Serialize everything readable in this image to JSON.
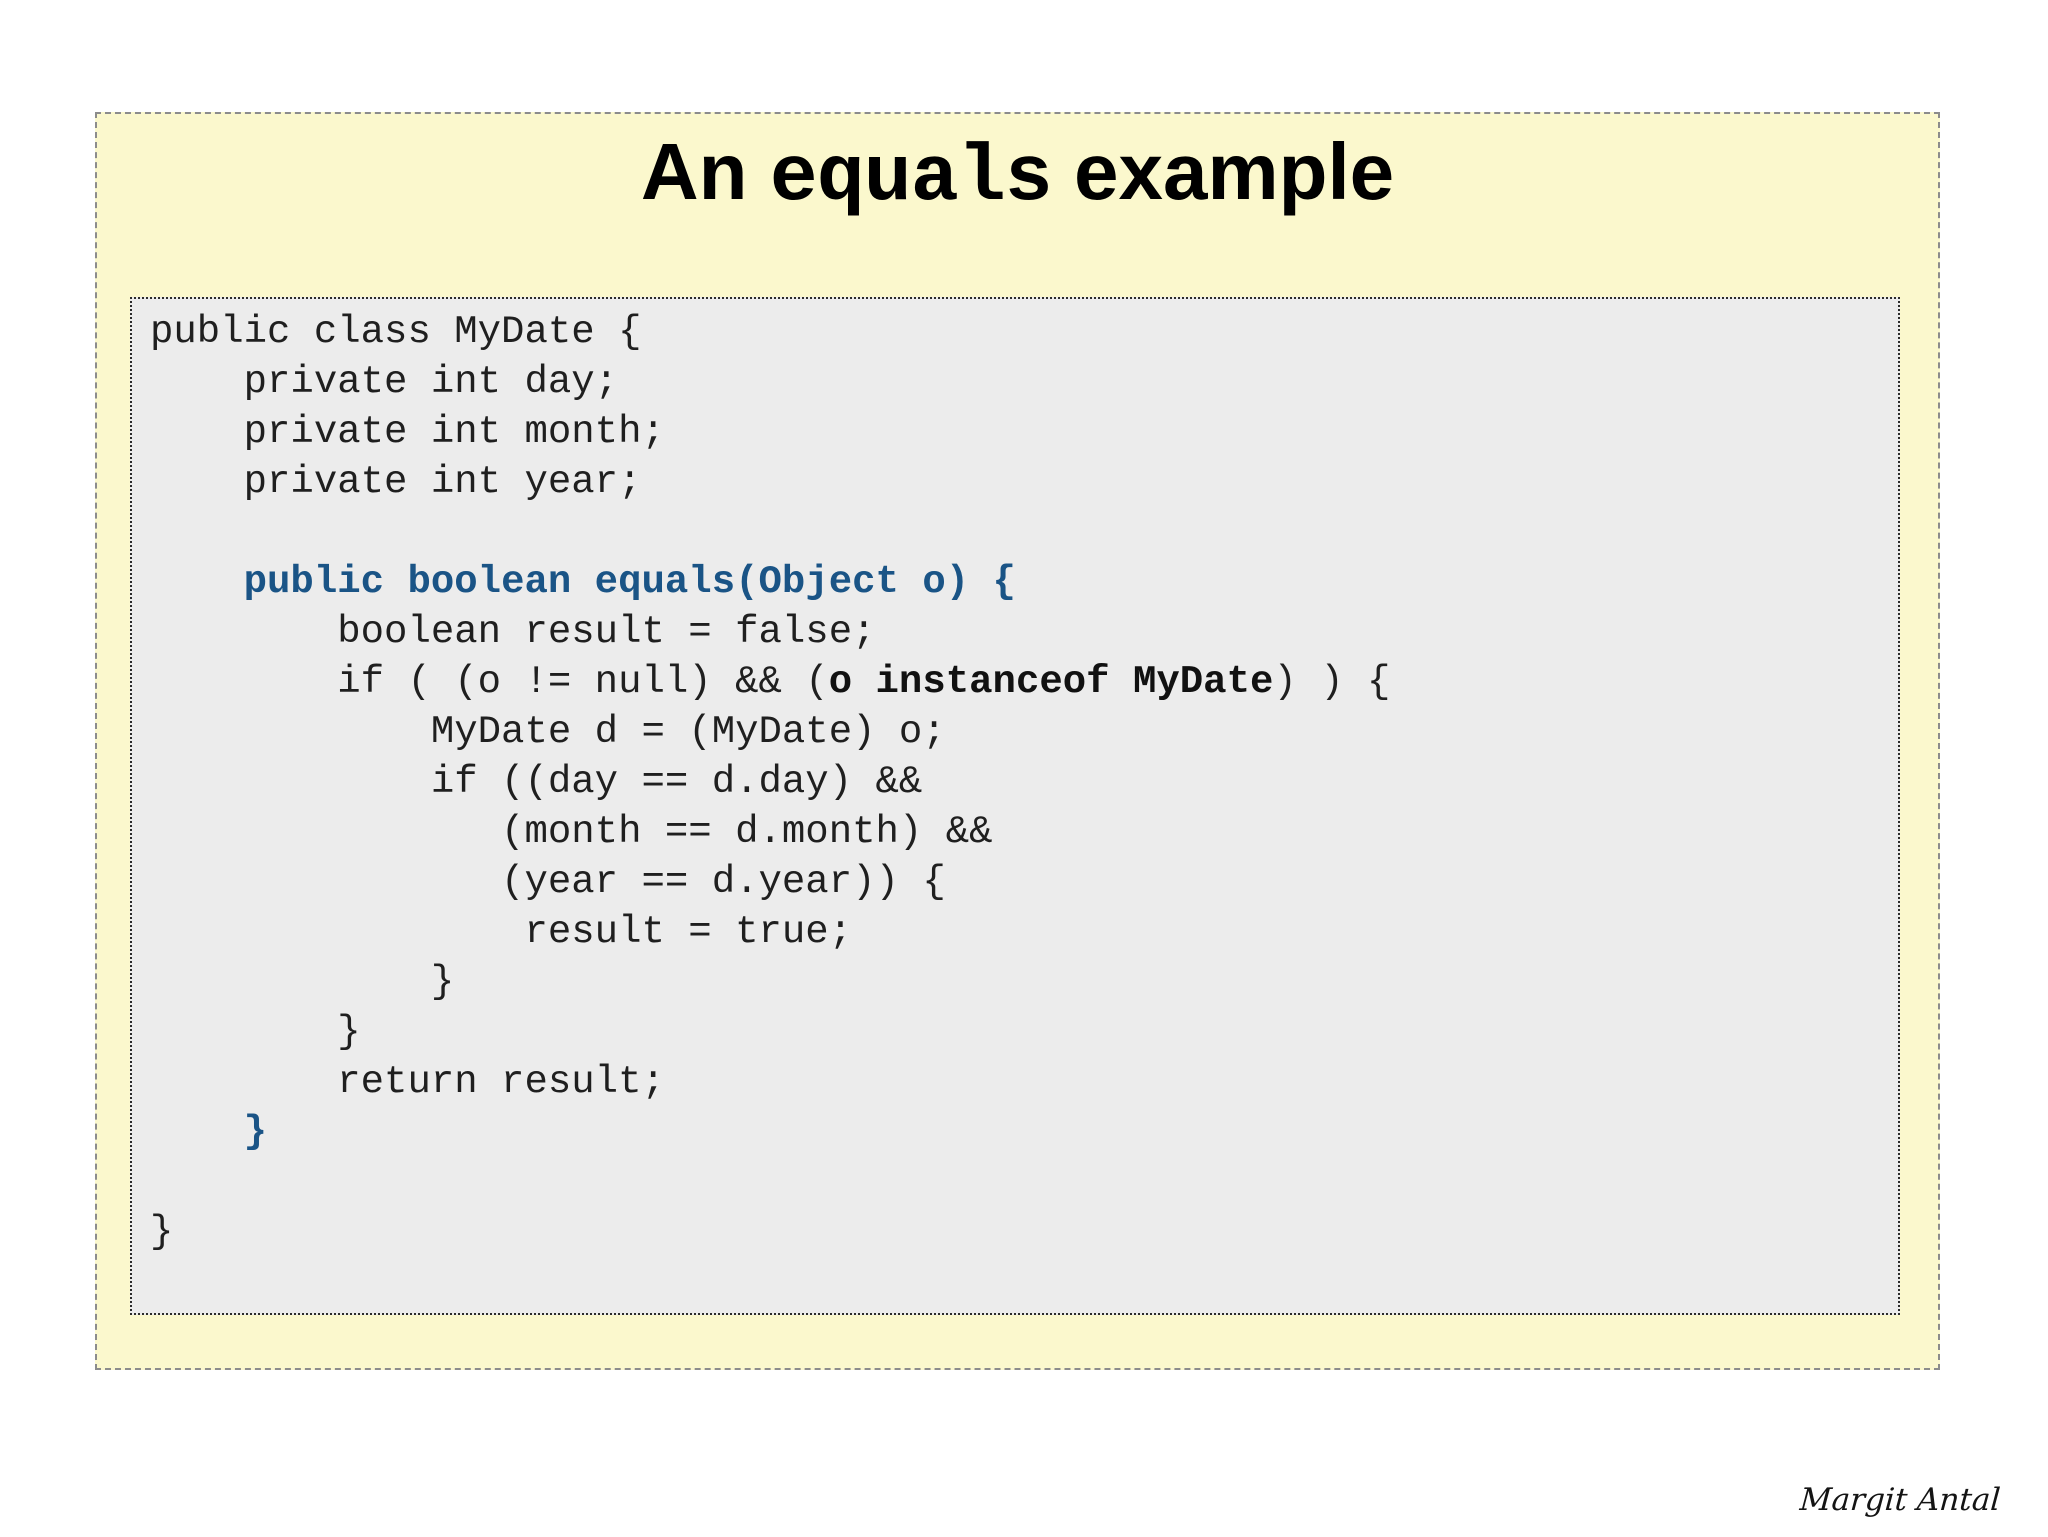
{
  "slide": {
    "title": {
      "prefix": "An ",
      "code_word": "equals",
      "suffix": " example"
    },
    "colors": {
      "slide_background": "#fbf8cd",
      "slide_border": "#8c8c8c",
      "code_background": "#ececec",
      "code_border": "#2b2b2b",
      "code_text": "#1f1f1f",
      "keyword_accent_blue": "#1a5486"
    }
  },
  "code_panel": {
    "language": "java",
    "lines": [
      {
        "segments": [
          {
            "text": "public class MyDate {",
            "style": "plain"
          }
        ]
      },
      {
        "segments": [
          {
            "text": "    private int day;",
            "style": "plain"
          }
        ]
      },
      {
        "segments": [
          {
            "text": "    private int month;",
            "style": "plain"
          }
        ]
      },
      {
        "segments": [
          {
            "text": "    private int year;",
            "style": "plain"
          }
        ]
      },
      {
        "segments": [
          {
            "text": "",
            "style": "plain"
          }
        ]
      },
      {
        "segments": [
          {
            "text": "    ",
            "style": "plain"
          },
          {
            "text": "public boolean equals(Object o) {",
            "style": "keyword"
          }
        ]
      },
      {
        "segments": [
          {
            "text": "        boolean result = false;",
            "style": "plain"
          }
        ]
      },
      {
        "segments": [
          {
            "text": "        if ( (o != null) && (",
            "style": "plain"
          },
          {
            "text": "o instanceof MyDate",
            "style": "bold"
          },
          {
            "text": ") ) {",
            "style": "plain"
          }
        ]
      },
      {
        "segments": [
          {
            "text": "            MyDate d = (MyDate) o;",
            "style": "plain"
          }
        ]
      },
      {
        "segments": [
          {
            "text": "            if ((day == d.day) &&",
            "style": "plain"
          }
        ]
      },
      {
        "segments": [
          {
            "text": "               (month == d.month) &&",
            "style": "plain"
          }
        ]
      },
      {
        "segments": [
          {
            "text": "               (year == d.year)) {",
            "style": "plain"
          }
        ]
      },
      {
        "segments": [
          {
            "text": "                result = true;",
            "style": "plain"
          }
        ]
      },
      {
        "segments": [
          {
            "text": "            }",
            "style": "plain"
          }
        ]
      },
      {
        "segments": [
          {
            "text": "        }",
            "style": "plain"
          }
        ]
      },
      {
        "segments": [
          {
            "text": "        return result;",
            "style": "plain"
          }
        ]
      },
      {
        "segments": [
          {
            "text": "    ",
            "style": "plain"
          },
          {
            "text": "}",
            "style": "keyword"
          }
        ]
      },
      {
        "segments": [
          {
            "text": "",
            "style": "plain"
          }
        ]
      },
      {
        "segments": [
          {
            "text": "}",
            "style": "plain"
          }
        ]
      }
    ]
  },
  "footer": {
    "author": "Margit Antal"
  }
}
